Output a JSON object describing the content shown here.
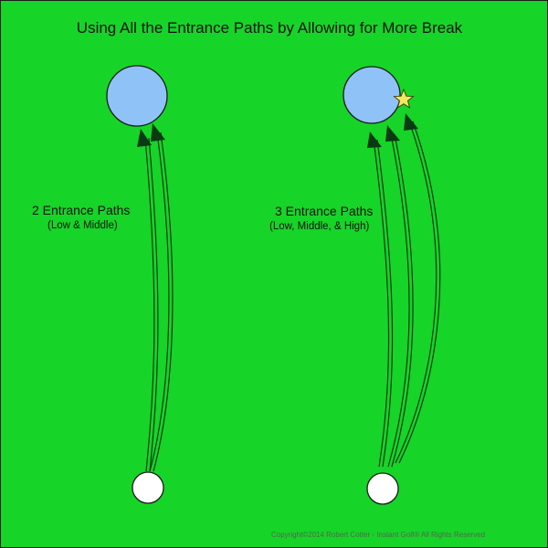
{
  "title": "Using All the Entrance Paths by Allowing for More Break",
  "colors": {
    "green": "#17d428",
    "hole": "#8fc3f7",
    "ball": "#ffffff",
    "arrow": "#0a3a14",
    "star": "#f2e85a"
  },
  "left_panel": {
    "label": "2 Entrance Paths",
    "sublabel": "(Low & Middle)",
    "paths": [
      "Low",
      "Middle"
    ]
  },
  "right_panel": {
    "label": "3 Entrance Paths",
    "sublabel": "(Low, Middle, & High)",
    "paths": [
      "Low",
      "Middle",
      "High"
    ],
    "icon": "star-icon"
  },
  "copyright": "Copyright©2014  Robert Cotter - Instant Golf® All Rights Reserved"
}
